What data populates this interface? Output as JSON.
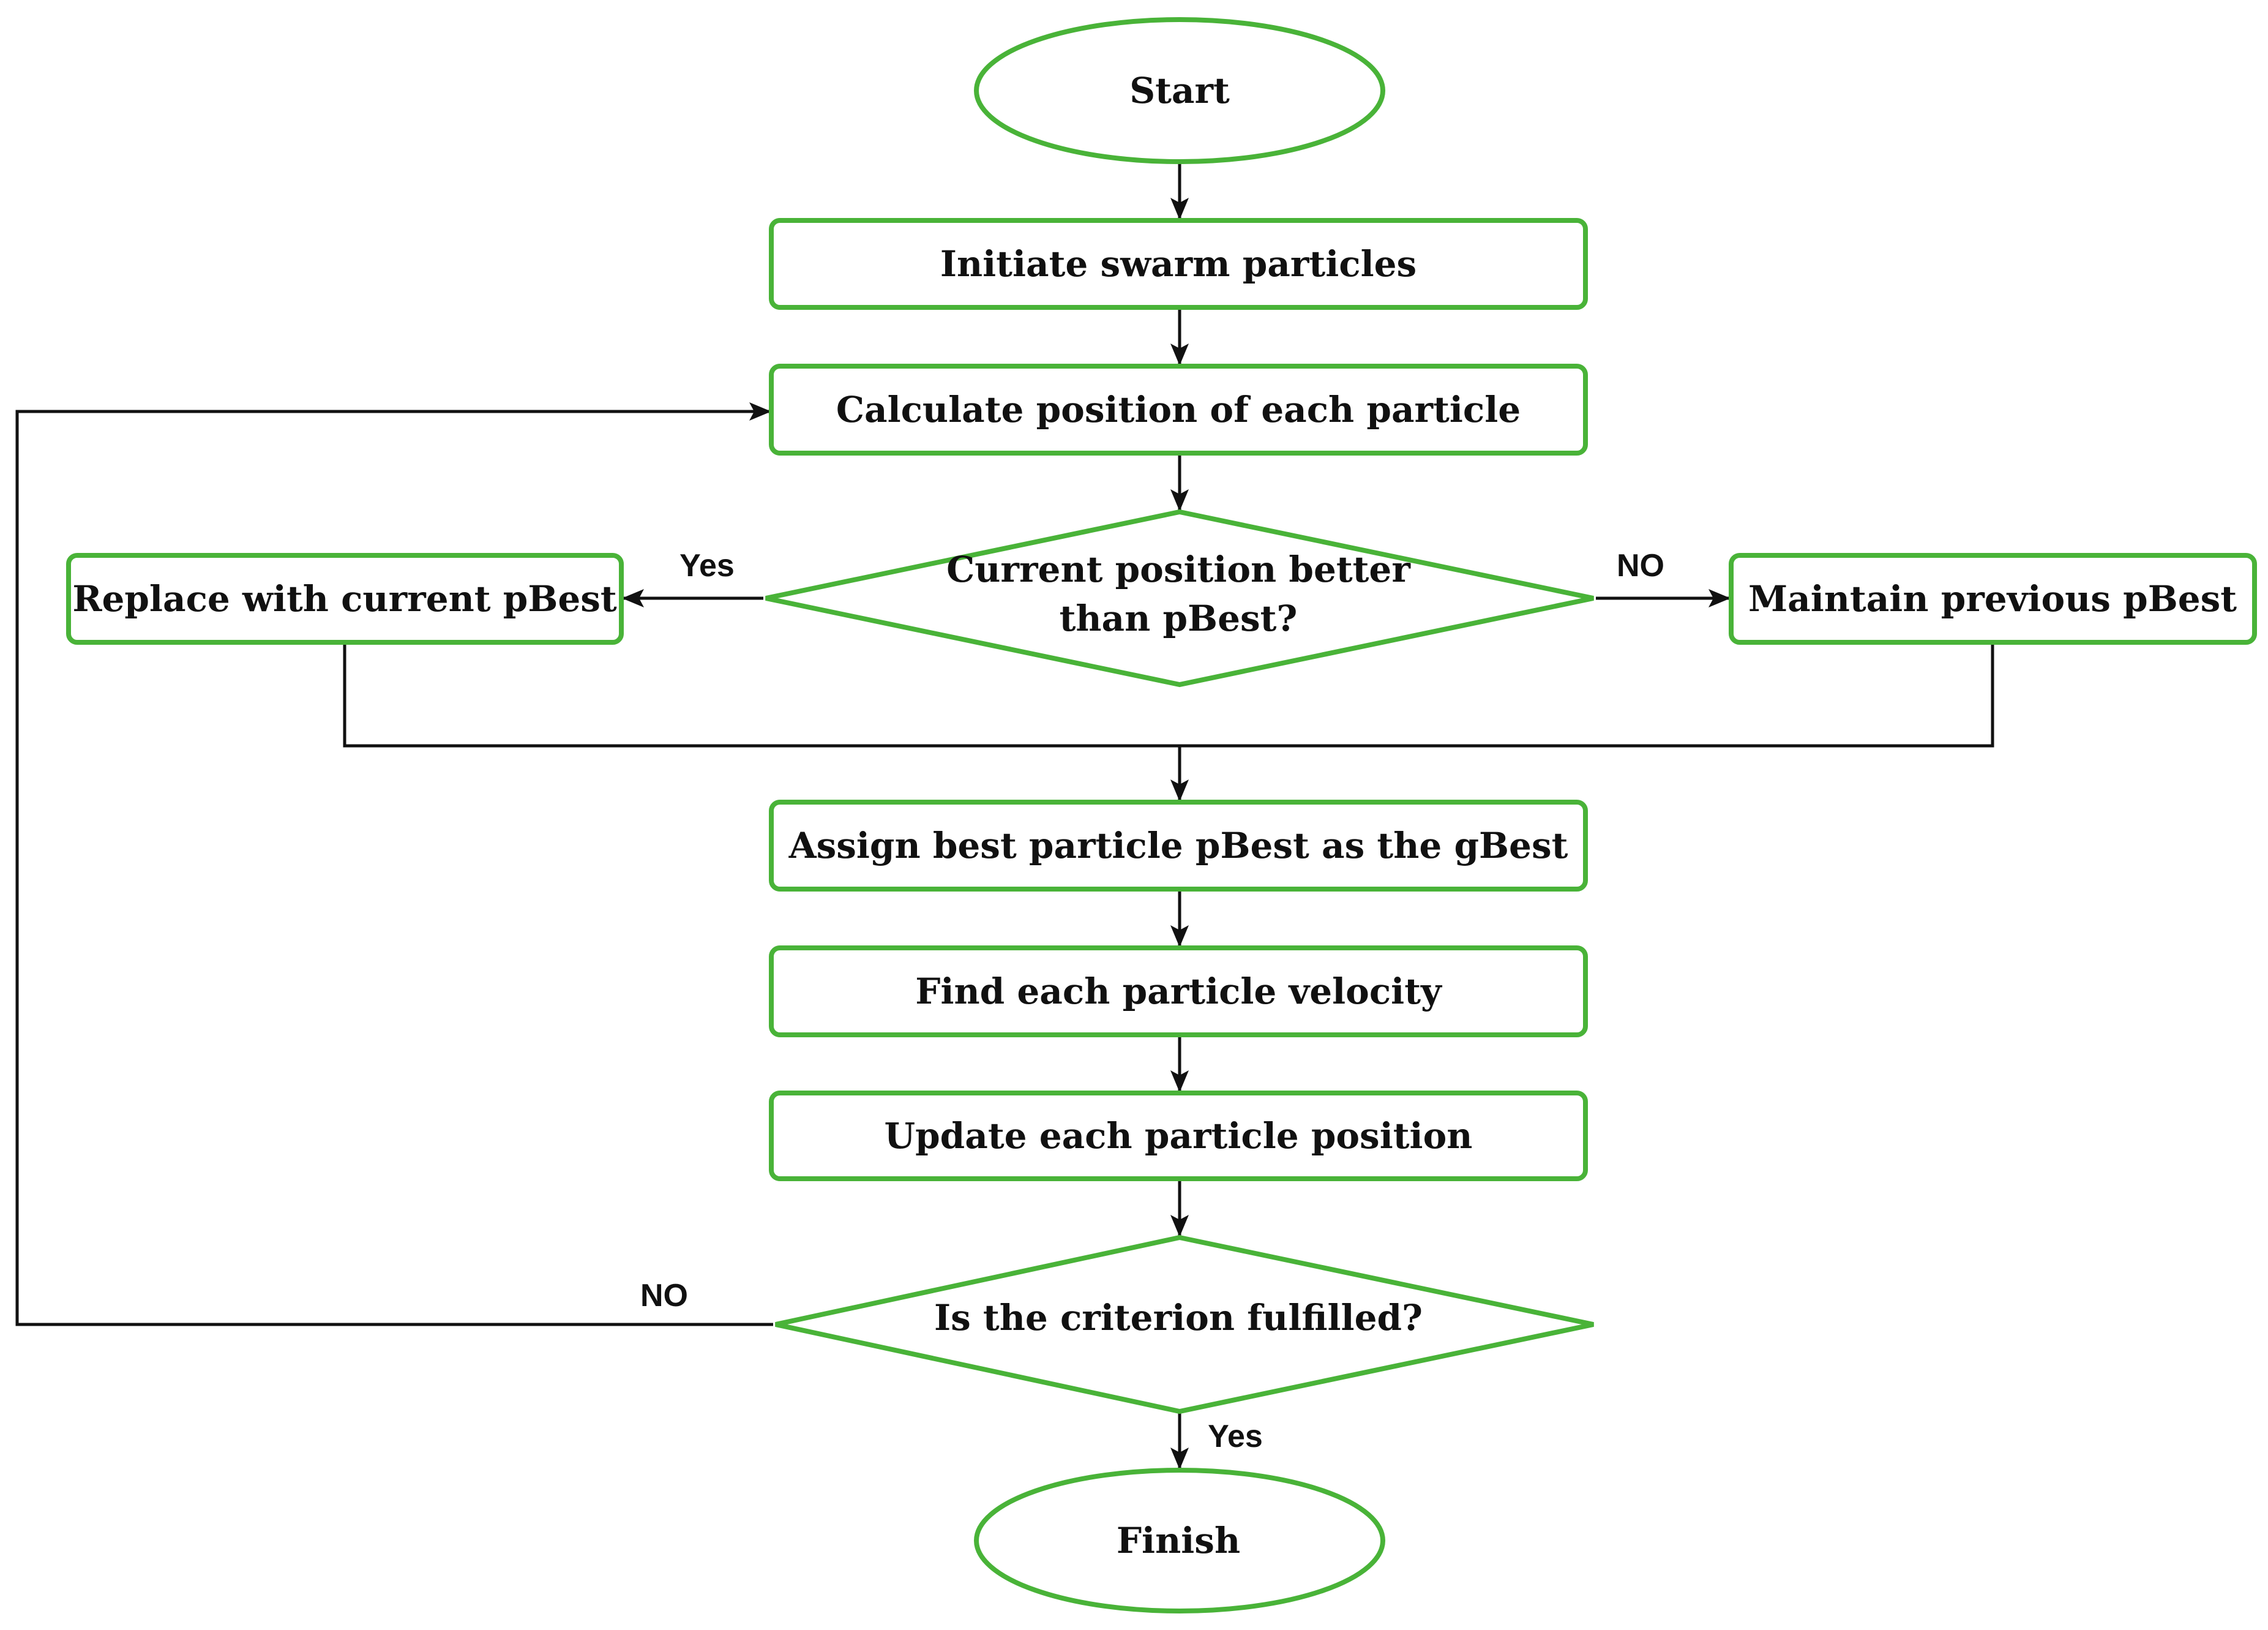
{
  "colors": {
    "node_border": "#49b338",
    "connector": "#111111",
    "text": "#111111",
    "background": "#ffffff"
  },
  "nodes": {
    "start": "Start",
    "initiate": "Initiate swarm particles",
    "calculate": "Calculate position of each particle",
    "decision1_line1": "Current position better",
    "decision1_line2": "than pBest?",
    "replace": "Replace with current pBest",
    "maintain": "Maintain previous pBest",
    "assign": "Assign best particle pBest as the gBest",
    "velocity": "Find each particle velocity",
    "update": "Update each particle position",
    "decision2": "Is the criterion fulfilled?",
    "finish": "Finish"
  },
  "edge_labels": {
    "decision1_yes": "Yes",
    "decision1_no": "NO",
    "decision2_no": "NO",
    "decision2_yes": "Yes"
  }
}
